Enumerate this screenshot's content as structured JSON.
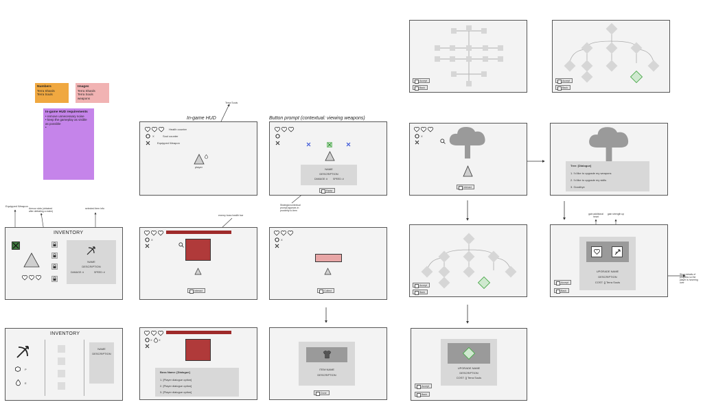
{
  "stickies": {
    "numbers": {
      "title": "Numbers",
      "lines": [
        "Terra Shards",
        "Terra Souls"
      ],
      "color": "#f0a840"
    },
    "images": {
      "title": "Images",
      "lines": [
        "Terra Shards",
        "Terra Souls",
        "weapons"
      ],
      "color": "#f1b3b3"
    },
    "hud_req": {
      "title": "In-game HUD requirements",
      "lines": [
        "• remove unnecessary noise",
        "• keep the gameplay as visible",
        "  as possible",
        "•"
      ],
      "color": "#c584ea"
    }
  },
  "annotations": {
    "terra_souls": "Terra Souls",
    "equipped_weapon": "Equipped Weapon",
    "armour_slots": "Armour slots (obtained after defeating a realm)",
    "selected_item": "selected item info",
    "enemy_boss_bar": "enemy boss health bar",
    "highlighted_weapon": "Highlighted weapon",
    "other_weapons": "Other weapons",
    "prompt_note": "Strategic/contextual prompt appears in proximity to item",
    "gain_additional_heart": "gain additional heart",
    "gain_strength": "gain strength up",
    "show_details": "Show details of progress so the player is hovering over"
  },
  "hud": {
    "title": "In-game HUD",
    "health_counter": "Health counter",
    "soul_counter": "Soul counter",
    "equipped_weapon": "Equipped Weapon",
    "x_label": "X",
    "player_label": "player"
  },
  "prompt_frame": {
    "title": "Button prompt (contextual: viewing weapons)",
    "name": "NAME",
    "description": "DESCRIPTION",
    "damage": "DAMAGE: #",
    "speed": "SPEED: #",
    "equip": "Equip"
  },
  "inventory": {
    "title": "INVENTORY",
    "name": "NAME",
    "description": "DESCRIPTION",
    "damage": "DAMAGE: #",
    "speed": "SPEED: #"
  },
  "inventory2": {
    "title": "INVENTORY",
    "name": "NAME",
    "description": "DESCRIPTION",
    "label_p": "P",
    "label_e": "E"
  },
  "boss_frame": {
    "interact": "Interact",
    "x_label": "X"
  },
  "collect_frame": {
    "collect": "Collect",
    "x_label": "X"
  },
  "boss_dialogue": {
    "title": "Boss Name: [Dialogue]",
    "options": [
      "1. [Player dialogue option]",
      "2. [Player dialogue option]",
      "3. [Player dialogue option]"
    ],
    "x_label": "X",
    "y_label": "X"
  },
  "item_frame": {
    "name": "ITEM NAME",
    "description": "DESCRIPTION",
    "done": "Done"
  },
  "tree_frame": {
    "interact": "Interact",
    "x_label": "X"
  },
  "tree_dialogue": {
    "title": "Tree: [Dialogue]",
    "options": [
      "1. I'd like to upgrade my weapons",
      "2. I'd like to upgrade my skills",
      "3. Goodbye"
    ]
  },
  "skill_frames": {
    "accept": "Accept",
    "back": "Back"
  },
  "upgrade_a": {
    "name": "UPGRADE NAME",
    "description": "DESCRIPTION",
    "cost": "COST: [] Terra Souls",
    "accept": "Accept",
    "back": "Back"
  },
  "upgrade_b": {
    "name": "UPGRADE NAME",
    "description": "DESCRIPTION",
    "cost": "COST: [] Terra Souls",
    "accept": "Accept",
    "back": "Back"
  },
  "colors": {
    "boss_red": "#b03a3a",
    "bar_red": "#9e2a2a",
    "pink": "#e8a6a6",
    "green": "#4aa84a",
    "blue": "#3a55d8",
    "frame_bg": "#f3f3f3",
    "panel": "#d8d8d8",
    "shape_gray": "#cfcfcf"
  }
}
